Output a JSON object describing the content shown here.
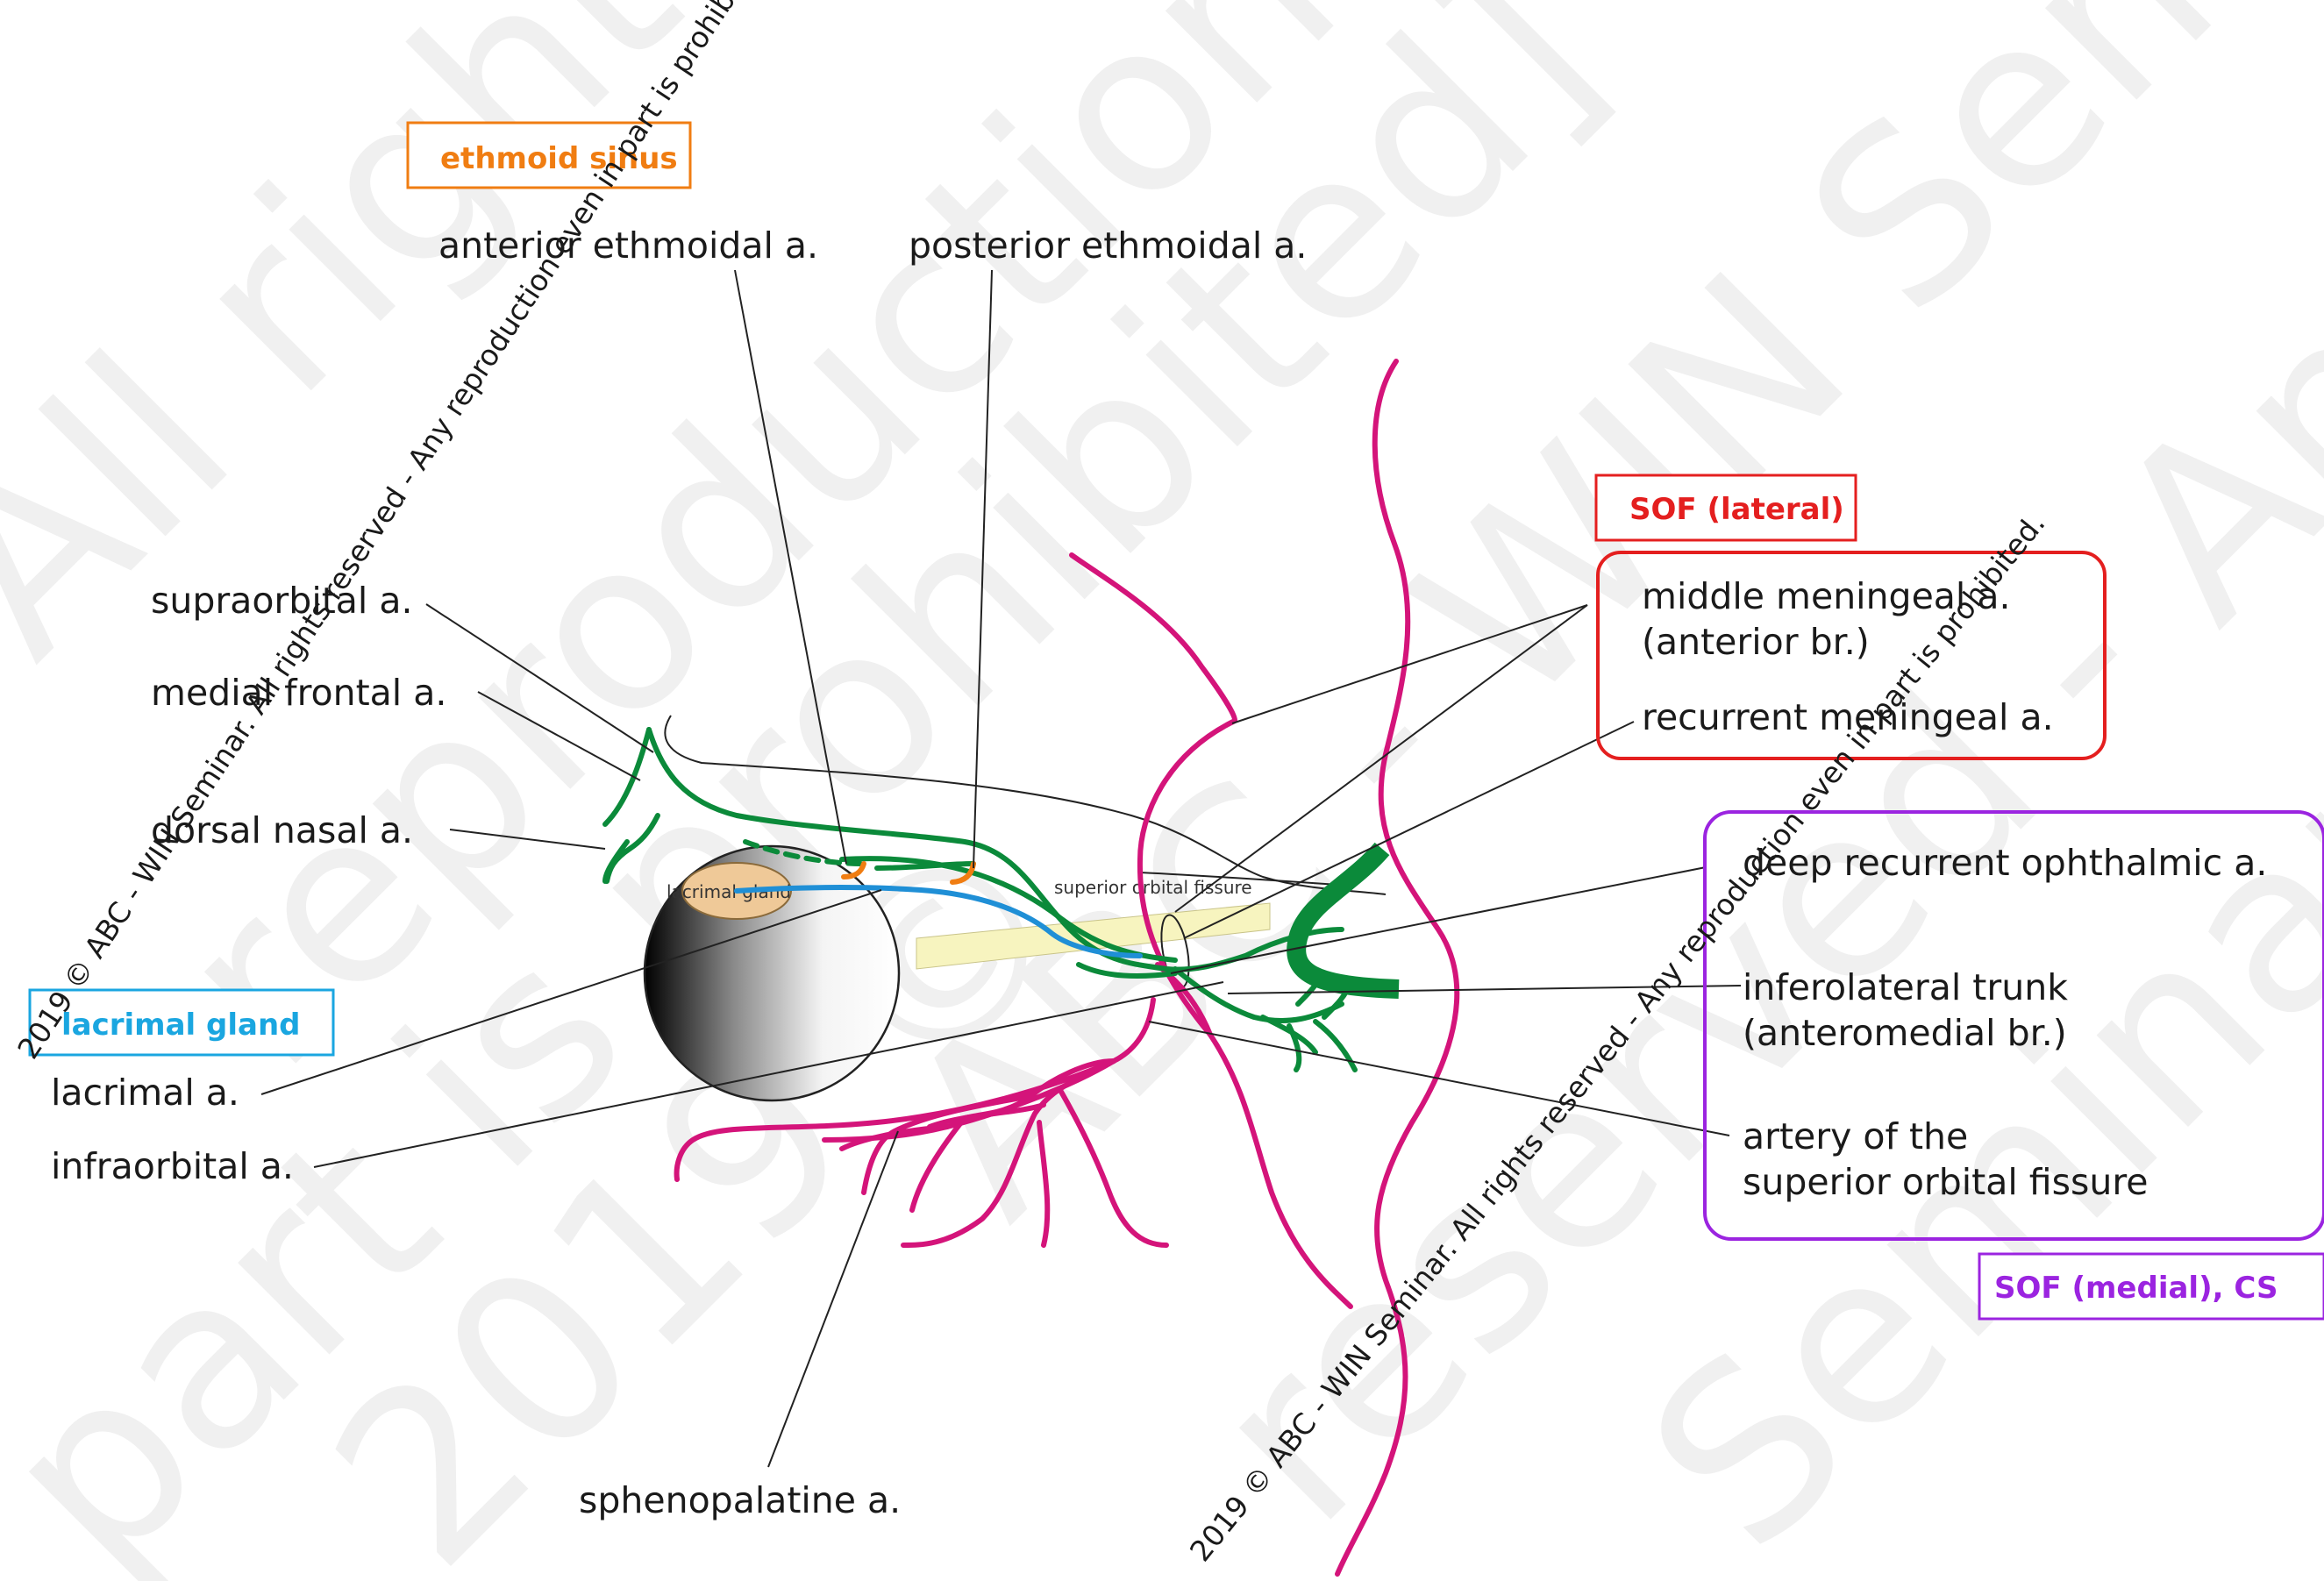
{
  "colors": {
    "ophthalmic": "#0b8a3a",
    "maxillary": "#d4147a",
    "lacrimal_branch": "#1f8fd6",
    "ethmoid": "#f07d12",
    "sof_lateral": "#e41f1f",
    "sof_medial": "#9b24e0",
    "lacrimal_box": "#1aa6e0",
    "nerve_fill": "#f7f4bf",
    "gland_fill": "#efc998"
  },
  "boxes": {
    "ethmoid_sinus": "ethmoid sinus",
    "sof_lateral": "SOF (lateral)",
    "sof_medial_cs": "SOF (medial), CS",
    "lacrimal_gland": "lacrimal gland"
  },
  "labels": {
    "anterior_ethmoidal": "anterior ethmoidal a.",
    "posterior_ethmoidal": "posterior ethmoidal a.",
    "supraorbital": "supraorbital a.",
    "medial_frontal": "medial frontal  a.",
    "dorsal_nasal": "dorsal nasal  a.",
    "lacrimal": "lacrimal a.",
    "infraorbital": "infraorbital a.",
    "sphenopalatine": "sphenopalatine a.",
    "middle_meningeal_1": "middle meningeal a.",
    "middle_meningeal_2": "(anterior br.)",
    "recurrent_meningeal": "recurrent meningeal a.",
    "deep_recurrent": "deep recurrent ophthalmic a.",
    "inferolateral_1": "inferolateral trunk",
    "inferolateral_2": "(anteromedial br.)",
    "artery_sof_1": "artery of the",
    "artery_sof_2": "superior orbital fissure"
  },
  "small_labels": {
    "lacrimal_gland_inner": "lacrimal gland",
    "superior_orbital_fissure": "superior orbital fissure"
  },
  "watermark": {
    "line": "2019 © ABC - WIN Seminar.  All rights reserved - Any reproduction even in part is prohibited.",
    "big": [
      "All rights",
      "reproduction even in",
      "part is prohibited]",
      "2019 ©",
      "ABC - WIN Seminar.",
      "reserved - Any",
      "Seminar. All rig"
    ]
  }
}
